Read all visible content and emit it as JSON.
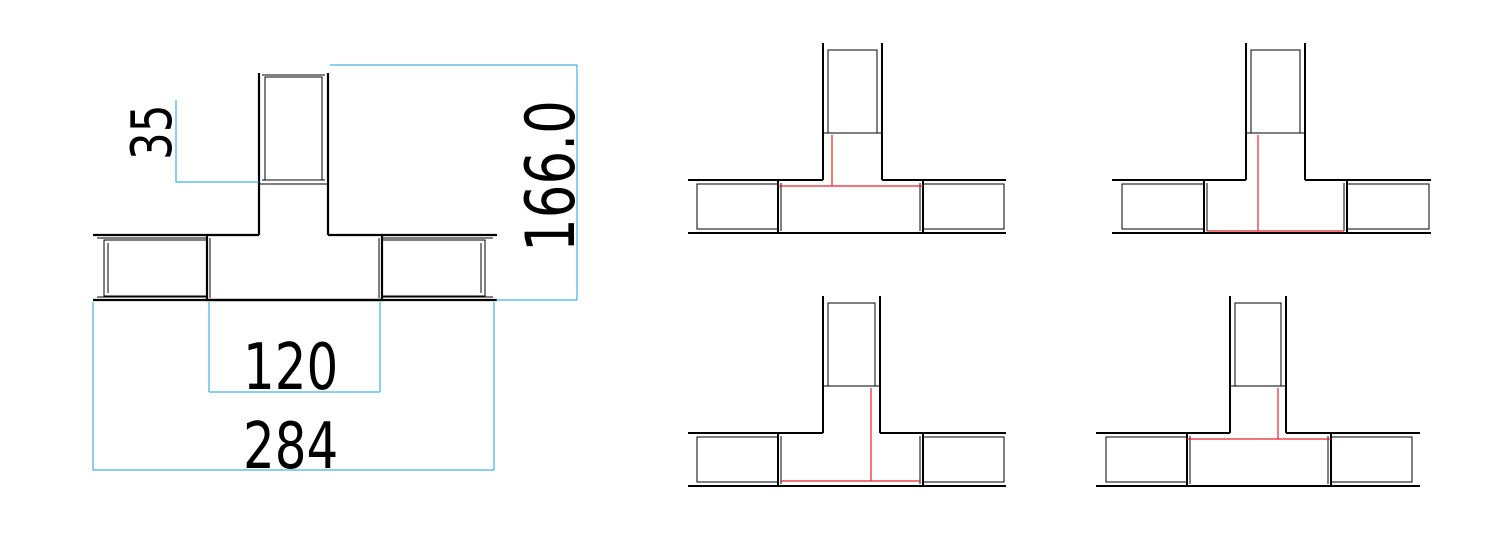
{
  "dimensions": {
    "stem_length": "35",
    "overall_height": "166.0",
    "center_width": "120",
    "overall_width": "284"
  },
  "colors": {
    "outline": "#000000",
    "dimension_lines": "#1ea0d8",
    "split_lines": "#e8202a"
  },
  "variants": [
    {
      "split": "horizontal-top"
    },
    {
      "split": "vertical-center"
    },
    {
      "split": "vertical-right"
    },
    {
      "split": "horizontal-top-wide"
    }
  ]
}
